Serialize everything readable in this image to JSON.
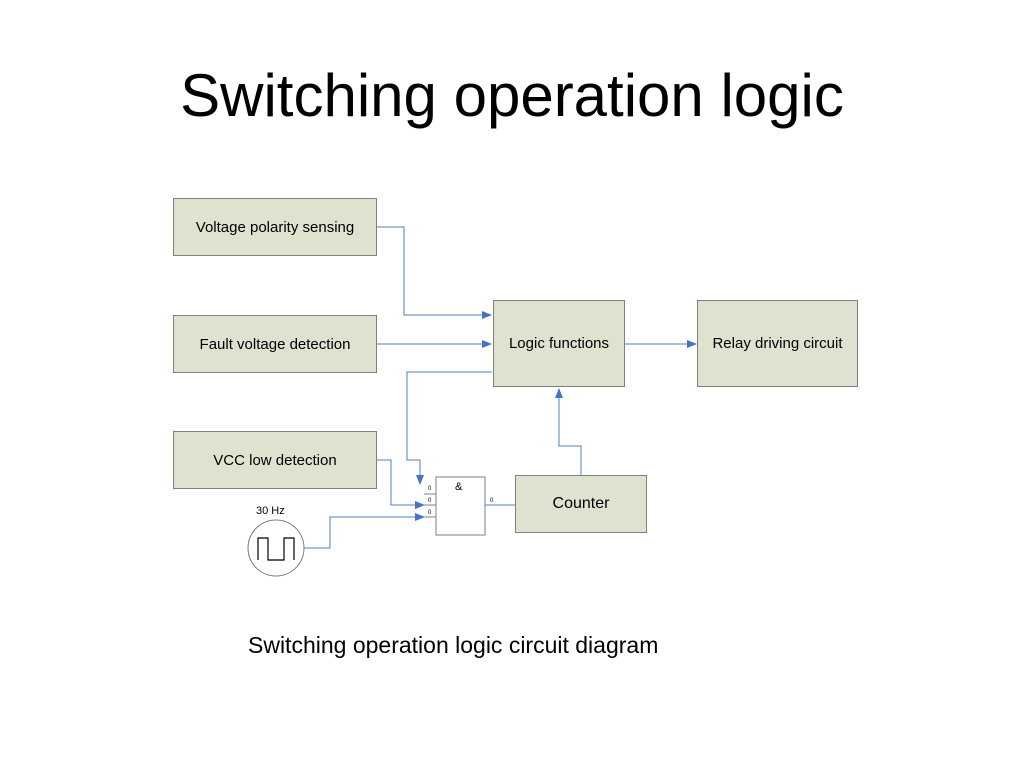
{
  "slide": {
    "title": "Switching operation logic",
    "caption": "Switching operation logic circuit diagram"
  },
  "colors": {
    "block_fill": "#dfe2cf",
    "block_border": "#7f7f7f",
    "wire": "#4f81bd",
    "arrow": "#4472c4"
  },
  "blocks": {
    "voltage_polarity": "Voltage polarity sensing",
    "fault_voltage": "Fault voltage detection",
    "vcc_low": "VCC low detection",
    "logic_functions": "Logic functions",
    "relay_driving": "Relay driving circuit",
    "counter": "Counter"
  },
  "and_gate": {
    "symbol": "&",
    "input_1": "0",
    "input_2": "0",
    "input_3": "0",
    "output": "0"
  },
  "clock_source": {
    "label": "30 Hz",
    "icon": "square-wave-generator-icon"
  }
}
